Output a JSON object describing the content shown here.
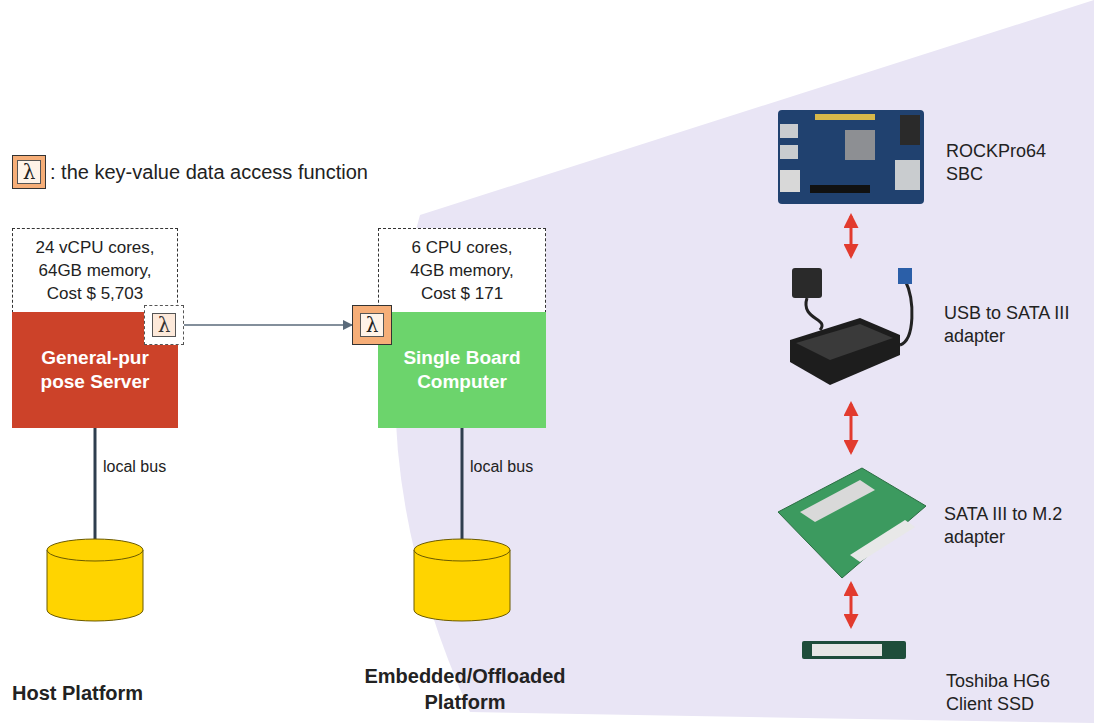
{
  "diagram": {
    "nodes": [
      {
        "text": [
          "λ"
        ]
      },
      {
        "text": [
          "24 vCPU cores, 64GB memory, Cost $ 5,703"
        ]
      },
      {
        "text": [
          "General-pur pose Server"
        ]
      },
      {
        "text": [
          "λ"
        ]
      },
      {
        "text": [
          "6 CPU cores, 4GB memory, Cost $ 171"
        ]
      },
      {
        "text": [
          "Single Board Computer"
        ]
      },
      {
        "text": [
          "λ"
        ]
      }
    ],
    "edges": [
      {
        "from": 3,
        "to": 6,
        "arrow": "to"
      }
    ],
    "labels": [
      ": the key-value data access function",
      "local bus",
      "local bus",
      "Host Platform",
      "Embedded/Offloaded Platform",
      "ROCKPro64 SBC",
      "USB to SATA III adapter",
      "SATA III to M.2 adapter",
      "Toshiba HG6 Client SSD"
    ]
  }
}
